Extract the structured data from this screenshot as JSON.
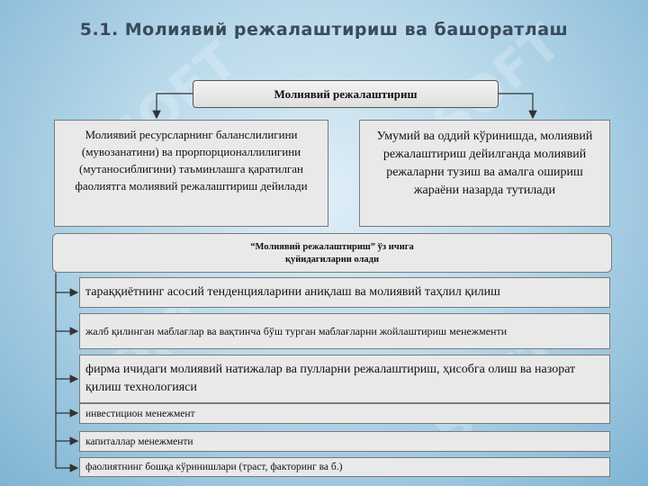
{
  "title": "5.1. Молиявий режалаштириш ва башоратлаш",
  "watermark": "SOFT",
  "top_box": "Молиявий режалаштириш",
  "left_box": "Молиявий ресурсларнинг баланслилигини (мувозанатини) ва прорпорционаллилигини (мутаносиблигини) таъминлашга қаратилган фаолиятга молиявий режалаштириш дейилади",
  "right_box": "Умумий  ва оддий кўринишда, молиявий режалаштириш дейилганда молиявий режаларни тузиш ва амалга ошириш жараёни назарда тутилади",
  "middle_box": {
    "line1": "“Молиявий режалаштириш” ўз ичига",
    "line2": "қуйидагиларни олади"
  },
  "items": [
    "тараққиётнинг асосий тенденцияларини аниқлаш ва молиявий таҳлил қилиш",
    "жалб қилинган маблағлар ва вақтинча бўш турган маблағларни жойлаштириш менежменти",
    "фирма ичидаги молиявий натижалар ва пулларни режалаштириш, ҳисобга олиш ва назорат қилиш технологияси",
    "инвестицион менежмент",
    "капиталлар менежменти",
    "фаолиятнинг бошқа кўринишлари (траст, факторинг ва б.)"
  ]
}
